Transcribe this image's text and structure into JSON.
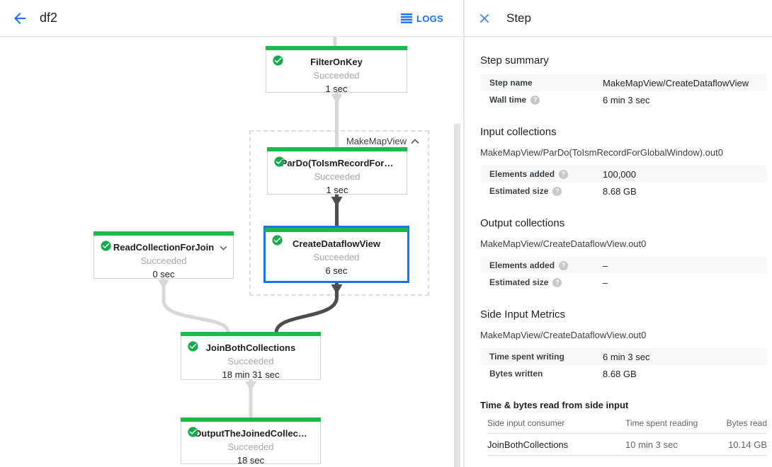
{
  "colors": {
    "accent_blue": "#1a73e8",
    "success_green": "#1eb94b",
    "edge_light": "#d8d8d8",
    "edge_dark": "#4d4d4d"
  },
  "icons": {
    "back": "arrow-back",
    "logs": "log-list",
    "close": "close-x",
    "help": "question-circle",
    "status": "check-circle",
    "group_collapse": "chevron-up",
    "node_expand": "chevron-down"
  },
  "header": {
    "title": "df2",
    "logs_button": "LOGS"
  },
  "graph": {
    "group_label": "MakeMapView",
    "nodes": [
      {
        "title": "FilterOnKey",
        "status": "Succeeded",
        "time": "1 sec"
      },
      {
        "title": "ParDo(ToIsmRecordFor…",
        "status": "Succeeded",
        "time": "1 sec"
      },
      {
        "title": "ReadCollectionForJoin",
        "status": "Succeeded",
        "time": "0 sec"
      },
      {
        "title": "CreateDataflowView",
        "status": "Succeeded",
        "time": "6 sec",
        "selected": true
      },
      {
        "title": "JoinBothCollections",
        "status": "Succeeded",
        "time": "18 min 31 sec"
      },
      {
        "title": "OutputTheJoinedCollec…",
        "status": "Succeeded",
        "time": "18 sec"
      }
    ]
  },
  "panel": {
    "title": "Step",
    "step_summary": {
      "heading": "Step summary",
      "rows": [
        {
          "label": "Step name",
          "value": "MakeMapView/CreateDataflowView"
        },
        {
          "label": "Wall time",
          "value": "6 min 3 sec",
          "help": true
        }
      ]
    },
    "input_collections": {
      "heading": "Input collections",
      "collection": "MakeMapView/ParDo(ToIsmRecordForGlobalWindow).out0",
      "rows": [
        {
          "label": "Elements added",
          "value": "100,000",
          "help": true
        },
        {
          "label": "Estimated size",
          "value": "8.68 GB",
          "help": true
        }
      ]
    },
    "output_collections": {
      "heading": "Output collections",
      "collection": "MakeMapView/CreateDataflowView.out0",
      "rows": [
        {
          "label": "Elements added",
          "value": "–",
          "help": true
        },
        {
          "label": "Estimated size",
          "value": "–",
          "help": true
        }
      ]
    },
    "side_input_metrics": {
      "heading": "Side Input Metrics",
      "collection": "MakeMapView/CreateDataflowView.out0",
      "rows": [
        {
          "label": "Time spent writing",
          "value": "6 min 3 sec"
        },
        {
          "label": "Bytes written",
          "value": "8.68 GB"
        }
      ]
    },
    "side_input_table": {
      "heading": "Time & bytes read from side input",
      "columns": [
        "Side input consumer",
        "Time spent reading",
        "Bytes read"
      ],
      "rows": [
        {
          "consumer": "JoinBothCollections",
          "time": "10 min 3 sec",
          "bytes": "10.14 GB"
        }
      ]
    }
  }
}
